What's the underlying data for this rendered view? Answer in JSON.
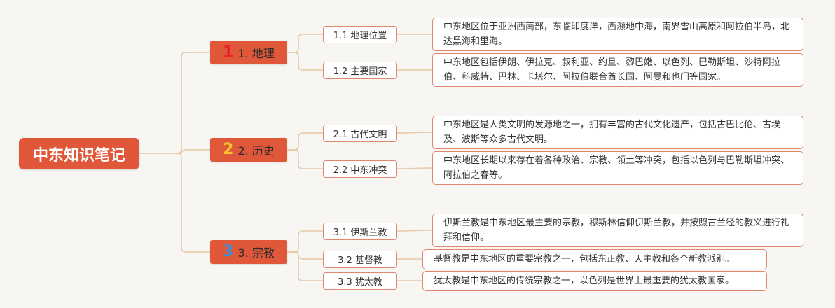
{
  "root": {
    "title": "中东知识笔记"
  },
  "branches": [
    {
      "label": "1. 地理",
      "icon": "1",
      "icon_color": "#e8232a",
      "children": [
        {
          "label": "1.1 地理位置",
          "note": "中东地区位于亚洲西南部，东临印度洋，西濒地中海，南界雪山高原和阿拉伯半岛，北达黑海和里海。"
        },
        {
          "label": "1.2 主要国家",
          "note": "中东地区包括伊朗、伊拉克、叙利亚、约旦、黎巴嫩、以色列、巴勒斯坦、沙特阿拉伯、科威特、巴林、卡塔尔、阿拉伯联合酋长国、阿曼和也门等国家。"
        }
      ]
    },
    {
      "label": "2. 历史",
      "icon": "2",
      "icon_color": "#f6c230",
      "children": [
        {
          "label": "2.1 古代文明",
          "note": "中东地区是人类文明的发源地之一，拥有丰富的古代文化遗产，包括古巴比伦、古埃及、波斯等众多古代文明。"
        },
        {
          "label": "2.2 中东冲突",
          "note": "中东地区长期以来存在着各种政治、宗教、领土等冲突，包括以色列与巴勒斯坦冲突、阿拉伯之春等。"
        }
      ]
    },
    {
      "label": "3. 宗教",
      "icon": "3",
      "icon_color": "#3d8fd6",
      "children": [
        {
          "label": "3.1 伊斯兰教",
          "note": "伊斯兰教是中东地区最主要的宗教，穆斯林信仰伊斯兰教，并按照古兰经的教义进行礼拜和信仰。"
        },
        {
          "label": "3.2 基督教",
          "note": "基督教是中东地区的重要宗教之一，包括东正教、天主教和各个新教派别。"
        },
        {
          "label": "3.3 犹太教",
          "note": "犹太教是中东地区的传统宗教之一，以色列是世界上最重要的犹太教国家。"
        }
      ]
    }
  ],
  "colors": {
    "node_fill": "#e0573a",
    "leaf_border": "#e0876e",
    "connector": "#e6c9a8",
    "background": "#f7f6f3"
  }
}
